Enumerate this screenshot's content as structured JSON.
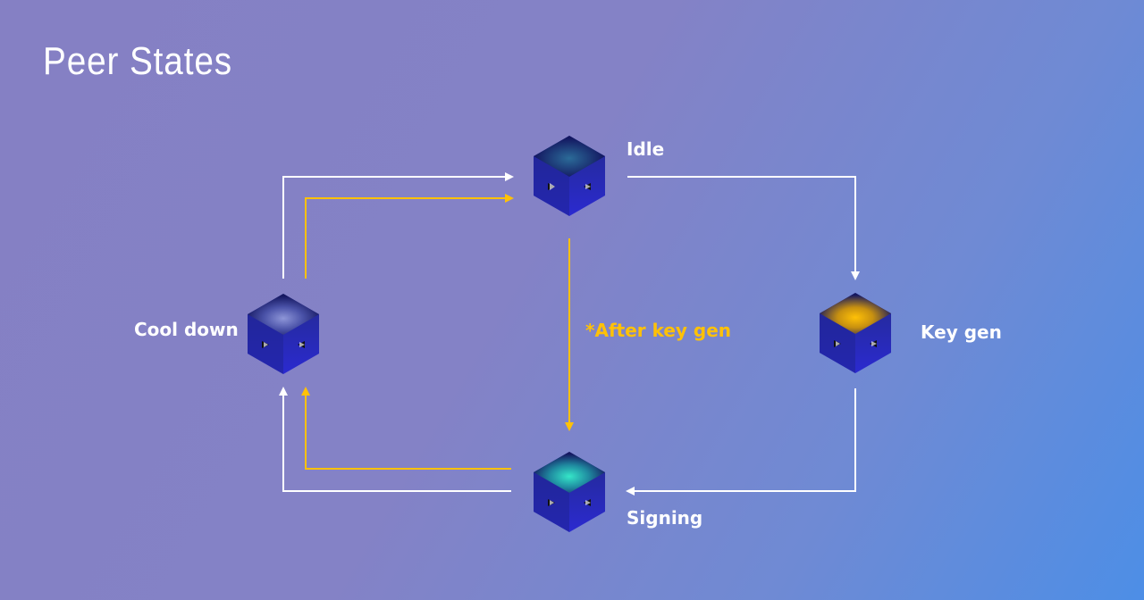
{
  "title": "Peer States",
  "states": {
    "idle": {
      "label": "Idle",
      "glow": "#2a6a9a"
    },
    "keygen": {
      "label": "Key gen",
      "glow": "#ffc107"
    },
    "signing": {
      "label": "Signing",
      "glow": "#2fe0c0"
    },
    "cooldown": {
      "label": "Cool down",
      "glow": "#7a86c8"
    }
  },
  "annotation": "*After key gen",
  "colors": {
    "arrow": "#ffffff",
    "accent": "#ffc107",
    "cube_top": "#1e1f8a",
    "cube_side": "#2a2ab0"
  }
}
